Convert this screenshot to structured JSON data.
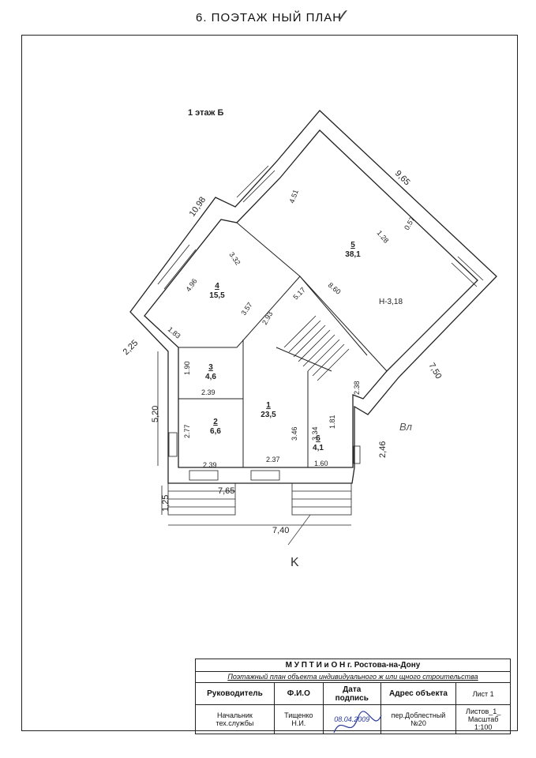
{
  "header": {
    "title": "6. ПОЭТАЖ НЫЙ  ПЛАН",
    "check_icon": "checkmark-icon"
  },
  "floor_label": "1 этаж Б",
  "outer_dimensions": {
    "d_1098": "10,98",
    "d_965": "9,65",
    "d_225": "2,25",
    "d_520": "5,20",
    "d_750": "7,50",
    "d_246": "2,46",
    "d_765": "7,65",
    "d_125": "1,25",
    "d_740": "7,40"
  },
  "inner_dimensions": {
    "d_451": "4.51",
    "d_128": "1.28",
    "d_057": "0.57",
    "d_332": "3.32",
    "d_496": "4.96",
    "d_357": "3.57",
    "d_183": "1.83",
    "d_293": "2.93",
    "d_517": "5.17",
    "d_860": "8.60",
    "d_190": "1.90",
    "d_239a": "2.39",
    "d_277": "2.77",
    "d_239b": "2.39",
    "d_346": "3.46",
    "d_237": "2.37",
    "d_334": "3.34",
    "d_181": "1.81",
    "d_160": "1.60",
    "d_238": "2.38"
  },
  "height_label": "Н-3,18",
  "rooms": [
    {
      "num": "5",
      "area": "38,1"
    },
    {
      "num": "4",
      "area": "15,5"
    },
    {
      "num": "3",
      "area": "4,6"
    },
    {
      "num": "2",
      "area": "6,6"
    },
    {
      "num": "1",
      "area": "23,5"
    },
    {
      "num": "6",
      "area": "4,1"
    }
  ],
  "handwritten": {
    "entry_k": "K",
    "entry_b": "Вл"
  },
  "stamp": {
    "org": "М У П Т И и О Н  г. Ростова-на-Дону",
    "subtitle": "Поэтажный  план объекта индивидуального ж или щного строительства",
    "col_role": "Руководитель",
    "col_fio": "Ф.И.О",
    "col_date": "Дата подпись",
    "col_address": "Адрес объекта",
    "sheet": "Лист 1",
    "role_value": "Начальник тех.службы",
    "fio_value": "Тищенко Н.И.",
    "date_value": "08.04.2009",
    "address_value": "пер.Доблестный №20",
    "sheets": "Листов_1_",
    "scale": "Масштаб 1:100"
  }
}
